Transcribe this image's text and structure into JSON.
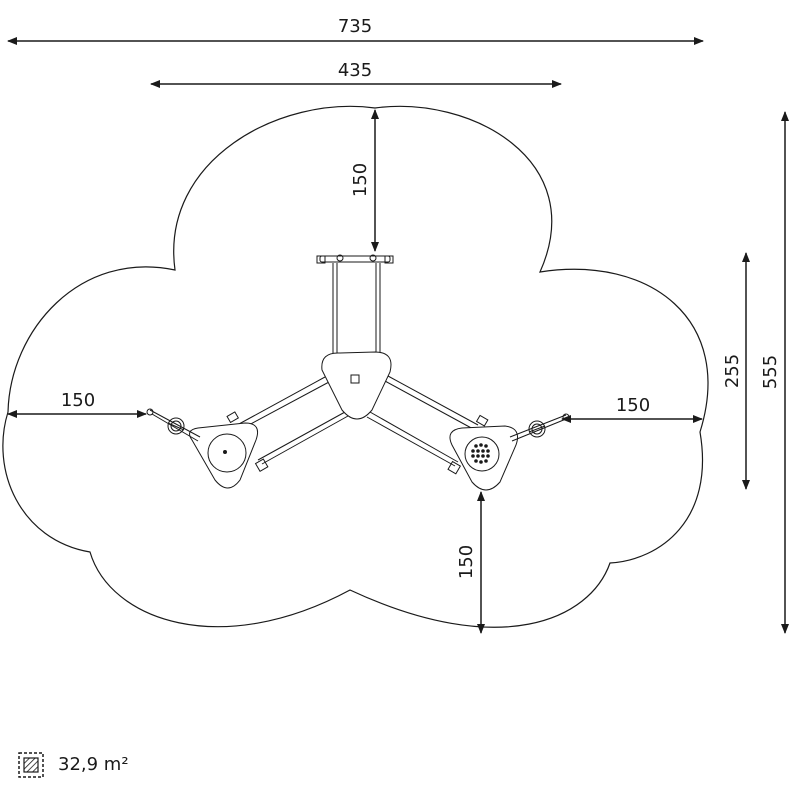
{
  "dimensions": {
    "overall_width": "735",
    "inner_width": "435",
    "top_clearance": "150",
    "left_clearance": "150",
    "right_clearance": "150",
    "bottom_clearance": "150",
    "partial_height": "255",
    "overall_height": "555"
  },
  "area": {
    "icon": "safety-area-icon",
    "value": "32,9 m²"
  },
  "colors": {
    "line": "#1a1a1a",
    "background": "#ffffff"
  }
}
